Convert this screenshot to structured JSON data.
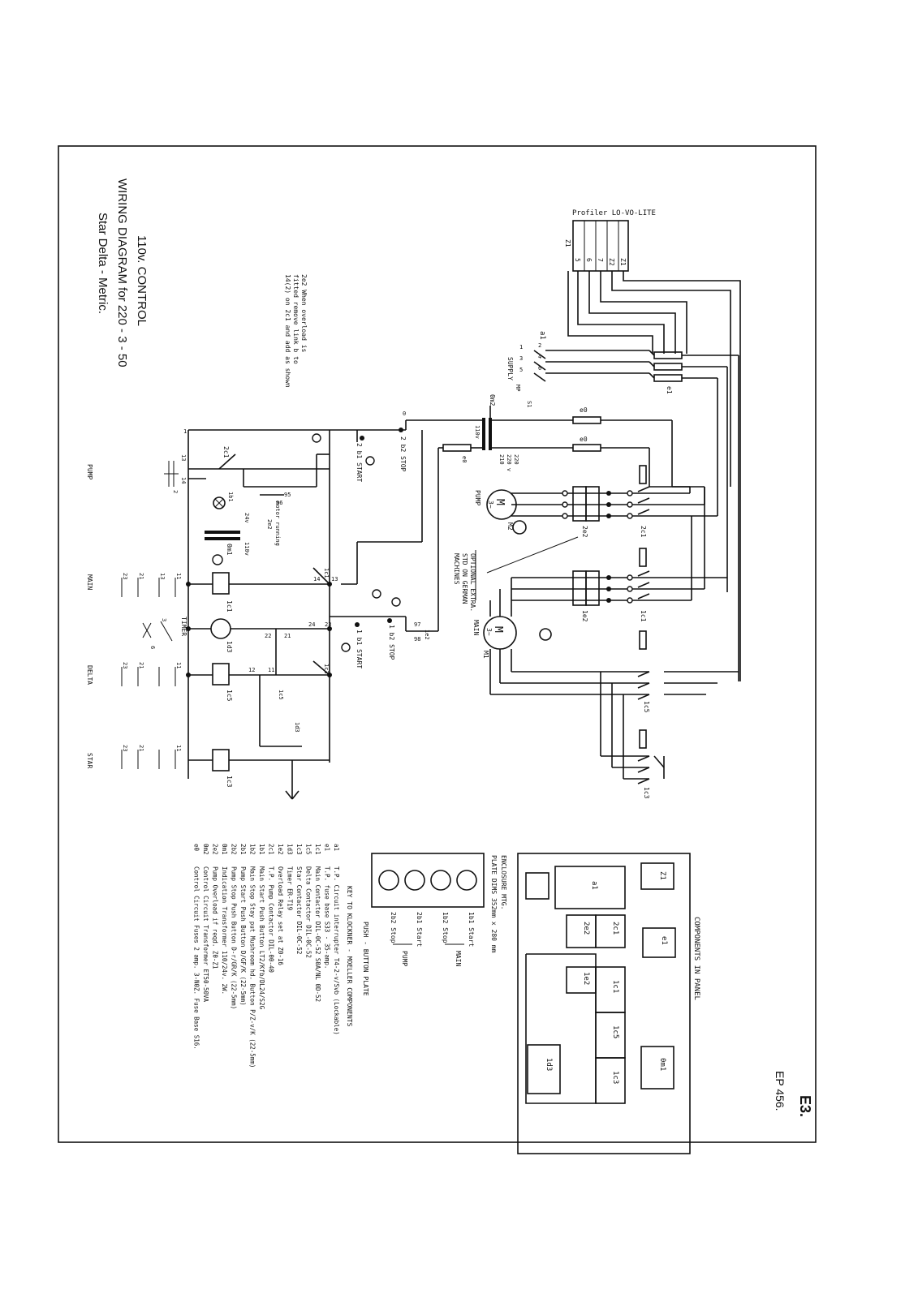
{
  "title": {
    "line1": "110v. CONTROL",
    "line2": "WIRING DIAGRAM for 220 - 3 - 50",
    "line3": "Star Delta - Metric."
  },
  "note": {
    "line1": "2e2 When overload is",
    "line2": "fitted remove link b to",
    "line3": "14(2) on 2c1 and add as shown"
  },
  "profiler": {
    "label": "Profiler LO-VO-LITE",
    "terminals": [
      "Z1",
      "5",
      "6",
      "7",
      "Z2",
      "Z1"
    ]
  },
  "supply": {
    "switch": "a1",
    "label": "SUPPLY",
    "terms": [
      "2",
      "4",
      "6",
      "1",
      "3",
      "5",
      "MP",
      "S1"
    ]
  },
  "fuses": {
    "e1": "e1",
    "e0_top": "e0",
    "e0_mid": "e0",
    "e0_left": "e0"
  },
  "transformer": {
    "id": "0m2",
    "v110": "110v",
    "v220": "220",
    "v220b": "220 v",
    "v210": "210"
  },
  "motors": {
    "pump": {
      "id": "M2",
      "label": "PUMP",
      "sym": "M",
      "phase": "3~"
    },
    "main": {
      "id": "M1",
      "label": "MAIN",
      "sym": "M",
      "phase": "3~"
    }
  },
  "optional_note": {
    "line1": "OPTIONAL EXTRA.",
    "line2": "STD ON GERMAN",
    "line3": "MACHINES"
  },
  "power_devices": {
    "pump_contactor": "2c1",
    "pump_overload": "2e2",
    "main_overload": "1e2",
    "main_contactor": "1c1",
    "delta_contactor": "1c5",
    "star_contactor": "1c3"
  },
  "control": {
    "stop2": "2 b2 STOP",
    "start2": "2 b1 START",
    "stop1": "1 b2 STOP",
    "start1": "1 b1 START",
    "motor_running": "motor running",
    "v24": "24v",
    "v110": "110v",
    "lamp": "1b1",
    "t0m1": "0m1",
    "c2c1": "2c1",
    "c1c1": "1c1",
    "c1d3": "1d3",
    "c1c5": "1c5",
    "c1c3": "1c3",
    "c1e2": "1e2",
    "c2e2": "2e2",
    "n95": "95",
    "n96": "96",
    "n97": "97",
    "n98": "98",
    "n13": "13",
    "n14": "14",
    "n21": "21",
    "n22": "22",
    "n23": "23",
    "n24": "24",
    "n12": "12",
    "n11": "11",
    "n1": "1",
    "n2": "2",
    "n0": "0",
    "c1": "1",
    "c2": "2",
    "c3": "3",
    "c4": "4",
    "c5": "5",
    "c6": "6"
  },
  "bottom_labels": [
    "PUMP",
    "MAIN",
    "TIMER",
    "DELTA",
    "STAR"
  ],
  "panel": {
    "title": "COMPONENTS IN PANEL",
    "items": [
      "Z1",
      "a1",
      "e1",
      "0m1",
      "2c1",
      "2e2",
      "1c1",
      "1e2",
      "1c5",
      "1c3",
      "1d3"
    ],
    "enclosure1": "ENCLOSURE MTG.",
    "enclosure2": "PLATE DIMS 352mm x 280 mm"
  },
  "push_button": {
    "title": "PUSH - BUTTON PLATE",
    "labels": [
      "1b1 Start",
      "1b2 Stop",
      "2b1 Start",
      "2b2 Stop"
    ],
    "main": "MAIN",
    "pump": "PUMP"
  },
  "key": {
    "title": "KEY TO KLOCKNER - MOELLER COMPONENTS",
    "rows": [
      {
        "code": "a1",
        "text": "T.P. Circuit interrupter T4-2-v/Svb (Lockable)"
      },
      {
        "code": "e1",
        "text": "T.P. fuse base S33 - 35-amp."
      },
      {
        "code": "1c1",
        "text": "Main Contactor DIL-0C-52 S0A/NL 0D-52"
      },
      {
        "code": "1c5",
        "text": "Delta Contactor DIL-0C-52"
      },
      {
        "code": "1c3",
        "text": "Star Contactor DIL-0C-52"
      },
      {
        "code": "1d3",
        "text": "Timer ER-T19"
      },
      {
        "code": "1e2",
        "text": "Overload Relay set at Z0-16"
      },
      {
        "code": "2c1",
        "text": "T.P. Pump Contactor DIL-00-40"
      },
      {
        "code": "1b1",
        "text": "Main Start Push Button LT2/Kfb/DL24/S2G"
      },
      {
        "code": "1b2",
        "text": "Main Stop Stay put Mushroom hd. Button P/Z-v/K (22-5mm)"
      },
      {
        "code": "2b1",
        "text": "Pump Start Push Button D/GF/K (22-5mm)"
      },
      {
        "code": "2b2",
        "text": "Pump Stop Push Button D-r/GR/K (22-5mm)"
      },
      {
        "code": "0m1",
        "text": "Indication Transformer 110/24v. 2W."
      },
      {
        "code": "2e2",
        "text": "Pump Overload if reqd. Z0-Z1"
      },
      {
        "code": "0m2",
        "text": "Control Circuit Transformer ET50-50VA"
      },
      {
        "code": "e0",
        "text": "Control Circuit Fuses 2 amp. 3-N0Z. Fuse Base S16."
      }
    ]
  },
  "refs": {
    "ep": "EP 456.",
    "e3": "E3."
  }
}
